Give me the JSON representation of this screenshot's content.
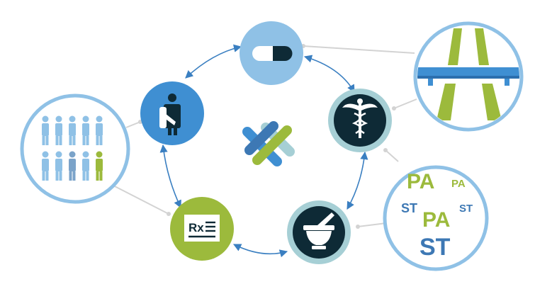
{
  "colors": {
    "light_blue": "#8fc1e6",
    "mid_blue": "#3f8fd2",
    "teal_ring": "#a6cfd5",
    "dark_navy": "#0e2a36",
    "green": "#9cba3c",
    "steel_blue": "#3d78b4",
    "connector_gray": "#d3d3d3",
    "arrow_blue": "#3a7fc1"
  },
  "nodes": [
    {
      "id": "pill",
      "icon": "pill-capsule-icon"
    },
    {
      "id": "caduceus",
      "icon": "caduceus-icon"
    },
    {
      "id": "mortar",
      "icon": "mortar-pestle-icon"
    },
    {
      "id": "rx",
      "icon": "prescription-rx-icon"
    },
    {
      "id": "patient",
      "icon": "patient-with-sling-icon"
    },
    {
      "id": "center",
      "icon": "interlocked-bandages-logo"
    }
  ],
  "callouts": {
    "highway": {
      "icon": "highway-overpass-icon"
    },
    "people": {
      "icon": "people-group-icon"
    },
    "pa_st": {
      "words": [
        "PA",
        "PA",
        "ST",
        "PA",
        "ST",
        "ST"
      ]
    }
  },
  "rx_label": "Rx"
}
